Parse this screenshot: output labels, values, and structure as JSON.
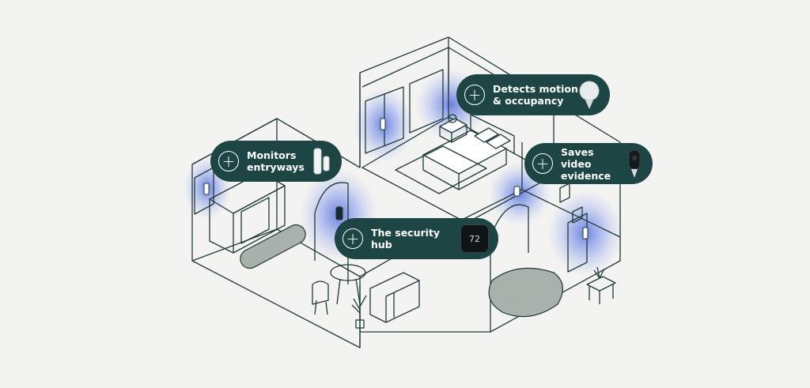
{
  "callouts": [
    {
      "id": "motion",
      "label": "Detects motion\n& occupancy",
      "device_icon": "motion-sensor-icon"
    },
    {
      "id": "entry",
      "label": "Monitors\nentryways",
      "device_icon": "door-sensor-icon"
    },
    {
      "id": "video",
      "label": "Saves video\nevidence",
      "device_icon": "security-camera-icon"
    },
    {
      "id": "hub",
      "label": "The security hub",
      "device_icon": "thermostat-icon",
      "device_reading": "72"
    }
  ],
  "colors": {
    "background": "#f3f3f1",
    "callout": "#1d4544",
    "outline": "#1f3b3a",
    "rug": "#a9b1ad",
    "signal": "#3d5bd9"
  }
}
